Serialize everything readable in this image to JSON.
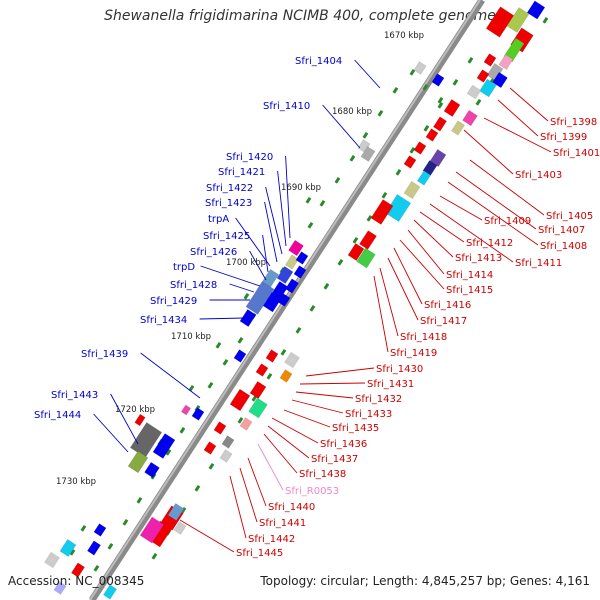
{
  "title": "Shewanella frigidimarina NCIMB 400, complete genome",
  "footer": {
    "accession": "Accession: NC_008345",
    "topology": "Topology: circular; Length: 4,845,257 bp; Genes: 4,161"
  },
  "ticks": [
    "1670 kbp",
    "1680 kbp",
    "1690 kbp",
    "1700 kbp",
    "1710 kbp",
    "1720 kbp",
    "1730 kbp"
  ],
  "left_labels": [
    "Sfri_1404",
    "Sfri_1410",
    "Sfri_1420",
    "Sfri_1421",
    "Sfri_1422",
    "Sfri_1423",
    "trpA",
    "Sfri_1425",
    "Sfri_1426",
    "trpD",
    "Sfri_1428",
    "Sfri_1429",
    "Sfri_1434",
    "Sfri_1439",
    "Sfri_1443",
    "Sfri_1444"
  ],
  "right_labels": [
    "Sfri_1398",
    "Sfri_1399",
    "Sfri_1401",
    "Sfri_1403",
    "Sfri_1405",
    "Sfri_1407",
    "Sfri_1408",
    "Sfri_1409",
    "Sfri_1411",
    "Sfri_1412",
    "Sfri_1413",
    "Sfri_1414",
    "Sfri_1415",
    "Sfri_1416",
    "Sfri_1417",
    "Sfri_1418",
    "Sfri_1419",
    "Sfri_1430",
    "Sfri_1431",
    "Sfri_1432",
    "Sfri_1433",
    "Sfri_1435",
    "Sfri_1436",
    "Sfri_1437",
    "Sfri_1438",
    "Sfri_R0053",
    "Sfri_1440",
    "Sfri_1441",
    "Sfri_1442",
    "Sfri_1445"
  ],
  "colors": {
    "left_label": "#0000cc",
    "right_label": "#cc0000",
    "rna_label": "#ee88cc",
    "backbone": "#888888",
    "tick": "#2a8a2a"
  }
}
